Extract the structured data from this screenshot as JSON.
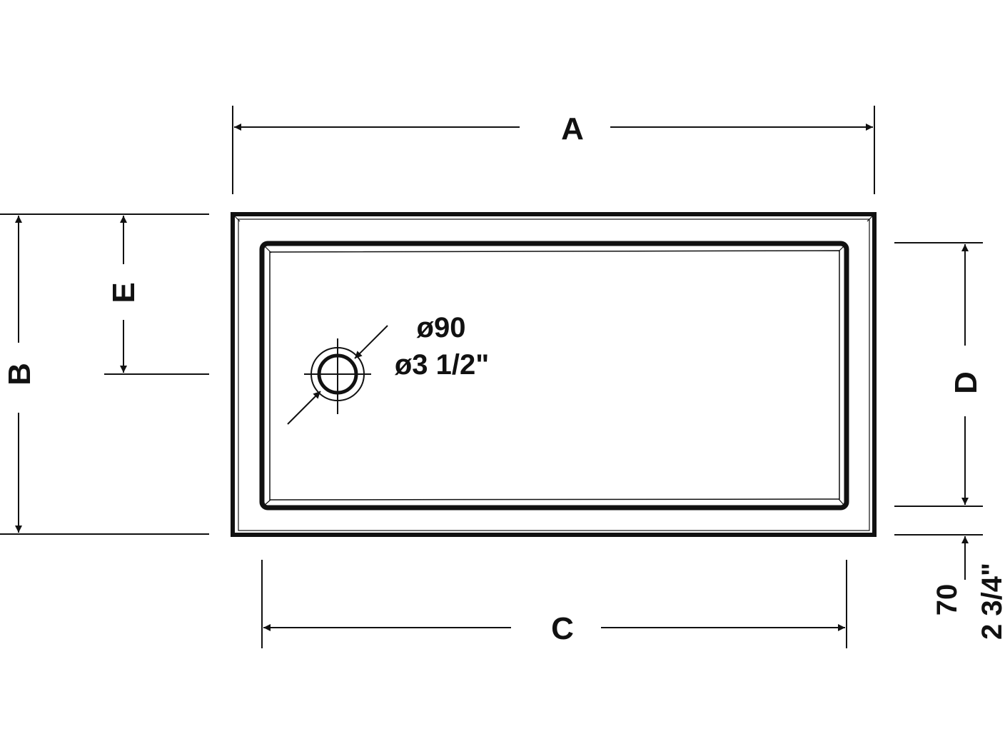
{
  "drawing": {
    "title": "Shower tray dimension drawing (top view)",
    "colors": {
      "line": "#111111",
      "background": "#ffffff"
    },
    "dimensions": {
      "A": "A",
      "B": "B",
      "C": "C",
      "D": "D",
      "E": "E"
    },
    "drain": {
      "diameter_mm": "ø90",
      "diameter_in": "ø3 1/2\""
    },
    "rim_height": {
      "mm": "70",
      "in": "2 3/4\""
    }
  }
}
